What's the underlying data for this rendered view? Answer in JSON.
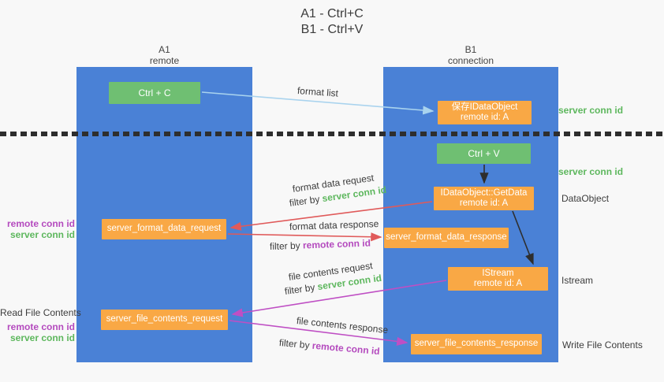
{
  "title": {
    "line1": "A1 - Ctrl+C",
    "line2": "B1 - Ctrl+V"
  },
  "lanes": {
    "left": {
      "title": "A1",
      "subtitle": "remote"
    },
    "right": {
      "title": "B1",
      "subtitle": "connection"
    }
  },
  "nodes": {
    "ctrl_c": {
      "label": "Ctrl + C"
    },
    "save_dataobject": {
      "line1": "保存IDataObject",
      "line2": "remote id: A"
    },
    "ctrl_v": {
      "label": "Ctrl + V"
    },
    "getdata": {
      "line1": "IDataObject::GetData",
      "line2": "remote id: A"
    },
    "format_request": {
      "label": "server_format_data_request"
    },
    "format_response": {
      "label": "server_format_data_response"
    },
    "istream": {
      "line1": "IStream",
      "line2": "remote id: A"
    },
    "file_request": {
      "label": "server_file_contents_request"
    },
    "file_response": {
      "label": "server_file_contents_response"
    }
  },
  "side_labels": {
    "server_conn_id_top": "server conn id",
    "server_conn_id_mid": "server conn id",
    "dataobject": "DataObject",
    "istream": "Istream",
    "write_file_contents": "Write File Contents",
    "read_file_contents": "Read File Contents",
    "remote_conn_id_1": "remote conn id",
    "server_conn_id_1": "server conn id",
    "remote_conn_id_2": "remote conn id",
    "server_conn_id_2": "server conn id"
  },
  "flow_labels": {
    "format_list": "format list",
    "format_data_request": "format data request",
    "format_data_response": "format data response",
    "file_contents_request": "file contents request",
    "file_contents_response": "file contents response",
    "filter_by": "filter by ",
    "server_conn_id": "server conn id",
    "remote_conn_id": "remote conn id"
  },
  "colors": {
    "panel_blue": "#4a81d6",
    "green_box": "#6fbf72",
    "orange_box": "#f9a845",
    "green_text": "#5db75d",
    "purple_text": "#b44abe",
    "red_arrow": "#e05a5a",
    "magenta_arrow": "#bf4fc4",
    "light_blue_arrow": "#a9d3ee",
    "black_arrow": "#2e2e2e"
  }
}
